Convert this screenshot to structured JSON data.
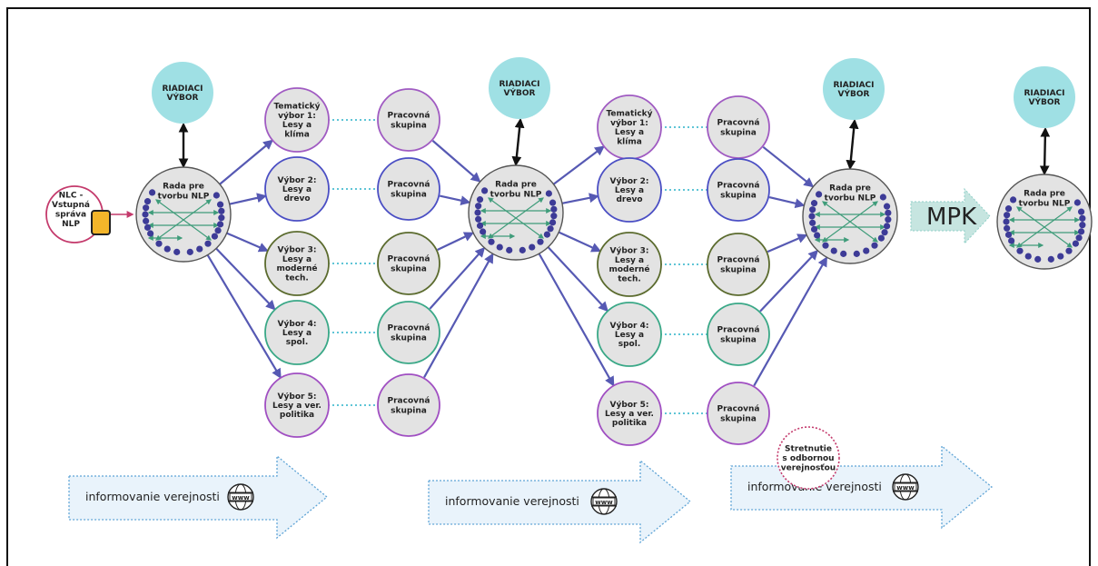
{
  "colors": {
    "committee_fill": "#9fe0e4",
    "node_fill": "#e3e3e3",
    "council_stroke": "#555555",
    "dot": "#3d3b97",
    "flow_arrow": "#5659b3",
    "inner_arrow": "#3f9c7a",
    "dotted_link": "#5fc5d6",
    "info_arrow_fill": "#e9f3fb",
    "info_arrow_stroke": "#5fa4d6",
    "mpk_arrow_fill": "#c6e5e0",
    "input_stroke": "#c43a6c",
    "doc_fill": "#f3b52a",
    "meeting_stroke": "#c43a6c"
  },
  "labels": {
    "steering": [
      "RIADIACI",
      "VÝBOR"
    ],
    "council": [
      "Rada pre",
      "tvorbu NLP"
    ],
    "working_group": [
      "Pracovná",
      "skupina"
    ],
    "input": [
      "NLC -",
      "Vstupná",
      "správa",
      "NLP"
    ],
    "mpk": "MPK",
    "info": "informovanie verejnosti",
    "web": "www",
    "meeting": [
      "Stretnutie",
      "s odbornou",
      "verejnosťou"
    ]
  },
  "committees": [
    {
      "lines": [
        "Tematický",
        "výbor 1:",
        "Lesy a",
        "klíma"
      ],
      "color": "#a05bc2"
    },
    {
      "lines": [
        "Výbor 2:",
        "Lesy a",
        "drevo"
      ],
      "color": "#4b4fc4"
    },
    {
      "lines": [
        "Výbor 3:",
        "Lesy a",
        "moderné",
        "tech."
      ],
      "color": "#5b6b2e"
    },
    {
      "lines": [
        "Výbor 4:",
        "Lesy a",
        "spol."
      ],
      "color": "#3aa887"
    },
    {
      "lines": [
        "Výbor 5:",
        "Lesy a ver.",
        "politika"
      ],
      "color": "#a04fc2"
    }
  ]
}
